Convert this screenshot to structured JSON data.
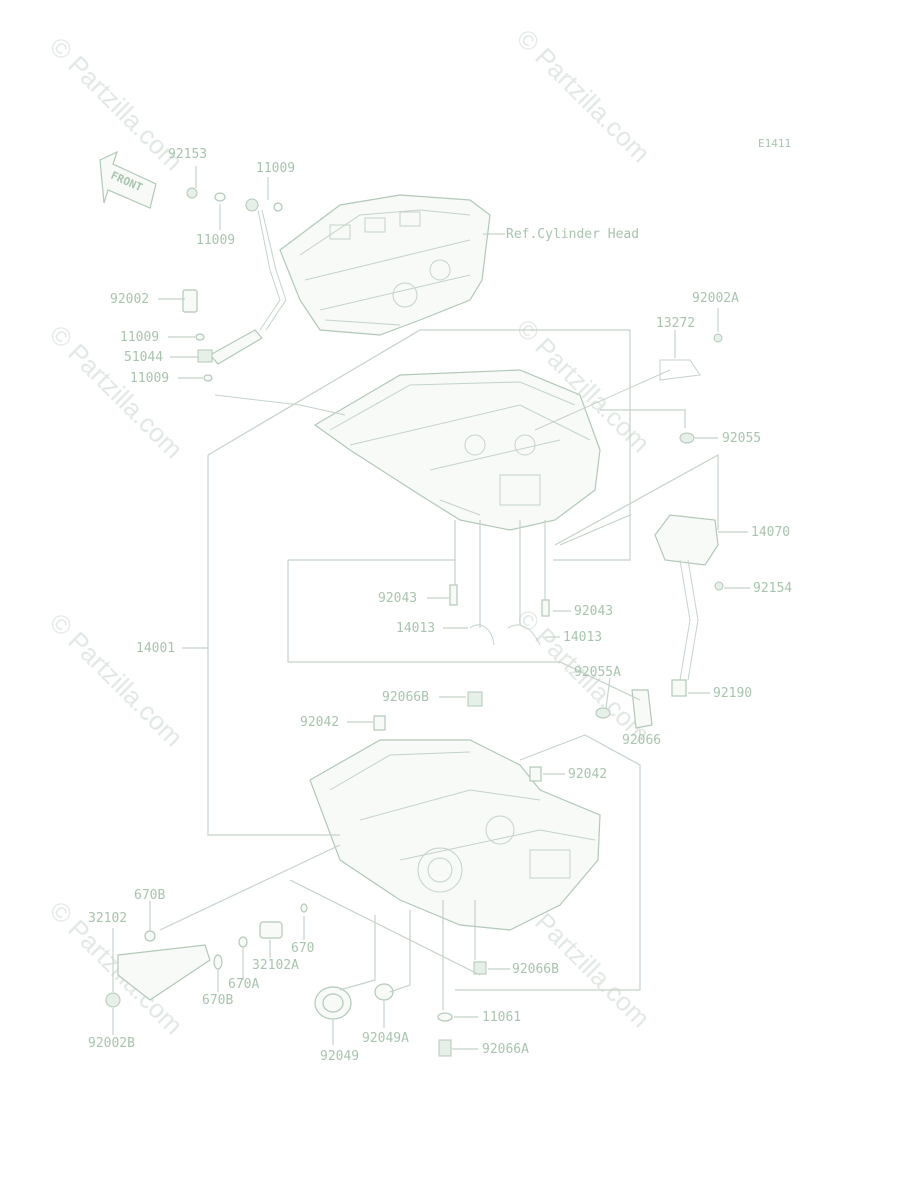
{
  "diagram": {
    "code": "E1411",
    "front_arrow": "FRONT",
    "ref_label": "Ref.Cylinder Head",
    "watermark": "© Partzilla.com",
    "labels": {
      "p92153": "92153",
      "p11009_top": "11009",
      "p11009_mid": "11009",
      "p92002": "92002",
      "p11009_a": "11009",
      "p51044": "51044",
      "p11009_b": "11009",
      "p92002A": "92002A",
      "p13272": "13272",
      "p92055": "92055",
      "p14070": "14070",
      "p92154": "92154",
      "p92043_l": "92043",
      "p92043_r": "92043",
      "p14013_l": "14013",
      "p14013_r": "14013",
      "p14001": "14001",
      "p92055A": "92055A",
      "p92190": "92190",
      "p92066B_top": "92066B",
      "p92066": "92066",
      "p92042_l": "92042",
      "p92042_r": "92042",
      "p670B_top": "670B",
      "p32102": "32102",
      "p670": "670",
      "p32102A": "32102A",
      "p670A": "670A",
      "p670B_bot": "670B",
      "p92066B_bot": "92066B",
      "p92002B": "92002B",
      "p92049": "92049",
      "p92049A": "92049A",
      "p11061": "11061",
      "p92066A": "92066A"
    }
  }
}
